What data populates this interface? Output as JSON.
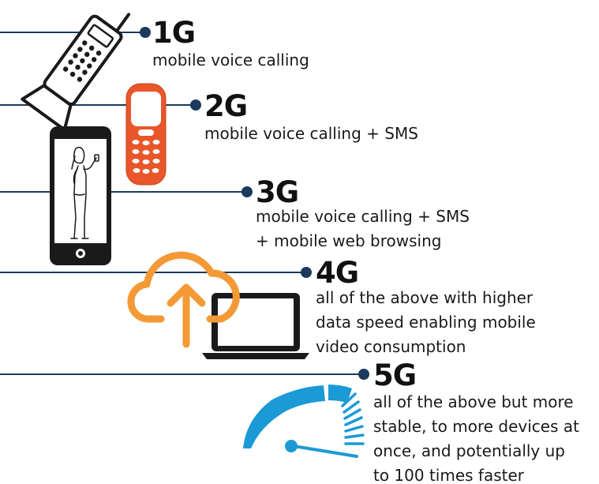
{
  "colors": {
    "line": "#1b3a5c",
    "dot": "#1b3a5c",
    "orange_phone": "#e8562a",
    "cloud": "#f39a36",
    "speedometer": "#1b9ad6",
    "device_dark": "#1a1a1a"
  },
  "icons": {
    "1G": "brick-phone-icon",
    "2G": "feature-phone-icon",
    "3G": "smartphone-icon",
    "4G": "cloud-upload-laptop-icon",
    "5G": "speedometer-icon"
  },
  "generations": [
    {
      "label": "1G",
      "lines": [
        "mobile voice calling"
      ]
    },
    {
      "label": "2G",
      "lines": [
        "mobile voice calling + SMS"
      ]
    },
    {
      "label": "3G",
      "lines": [
        "mobile voice calling + SMS",
        "+ mobile web browsing"
      ]
    },
    {
      "label": "4G",
      "lines": [
        "all of the above with higher",
        "data speed enabling mobile",
        "video consumption"
      ]
    },
    {
      "label": "5G",
      "lines": [
        "all of the above but more",
        "stable, to more devices at",
        "once, and potentially up",
        "to 100 times faster"
      ]
    }
  ]
}
